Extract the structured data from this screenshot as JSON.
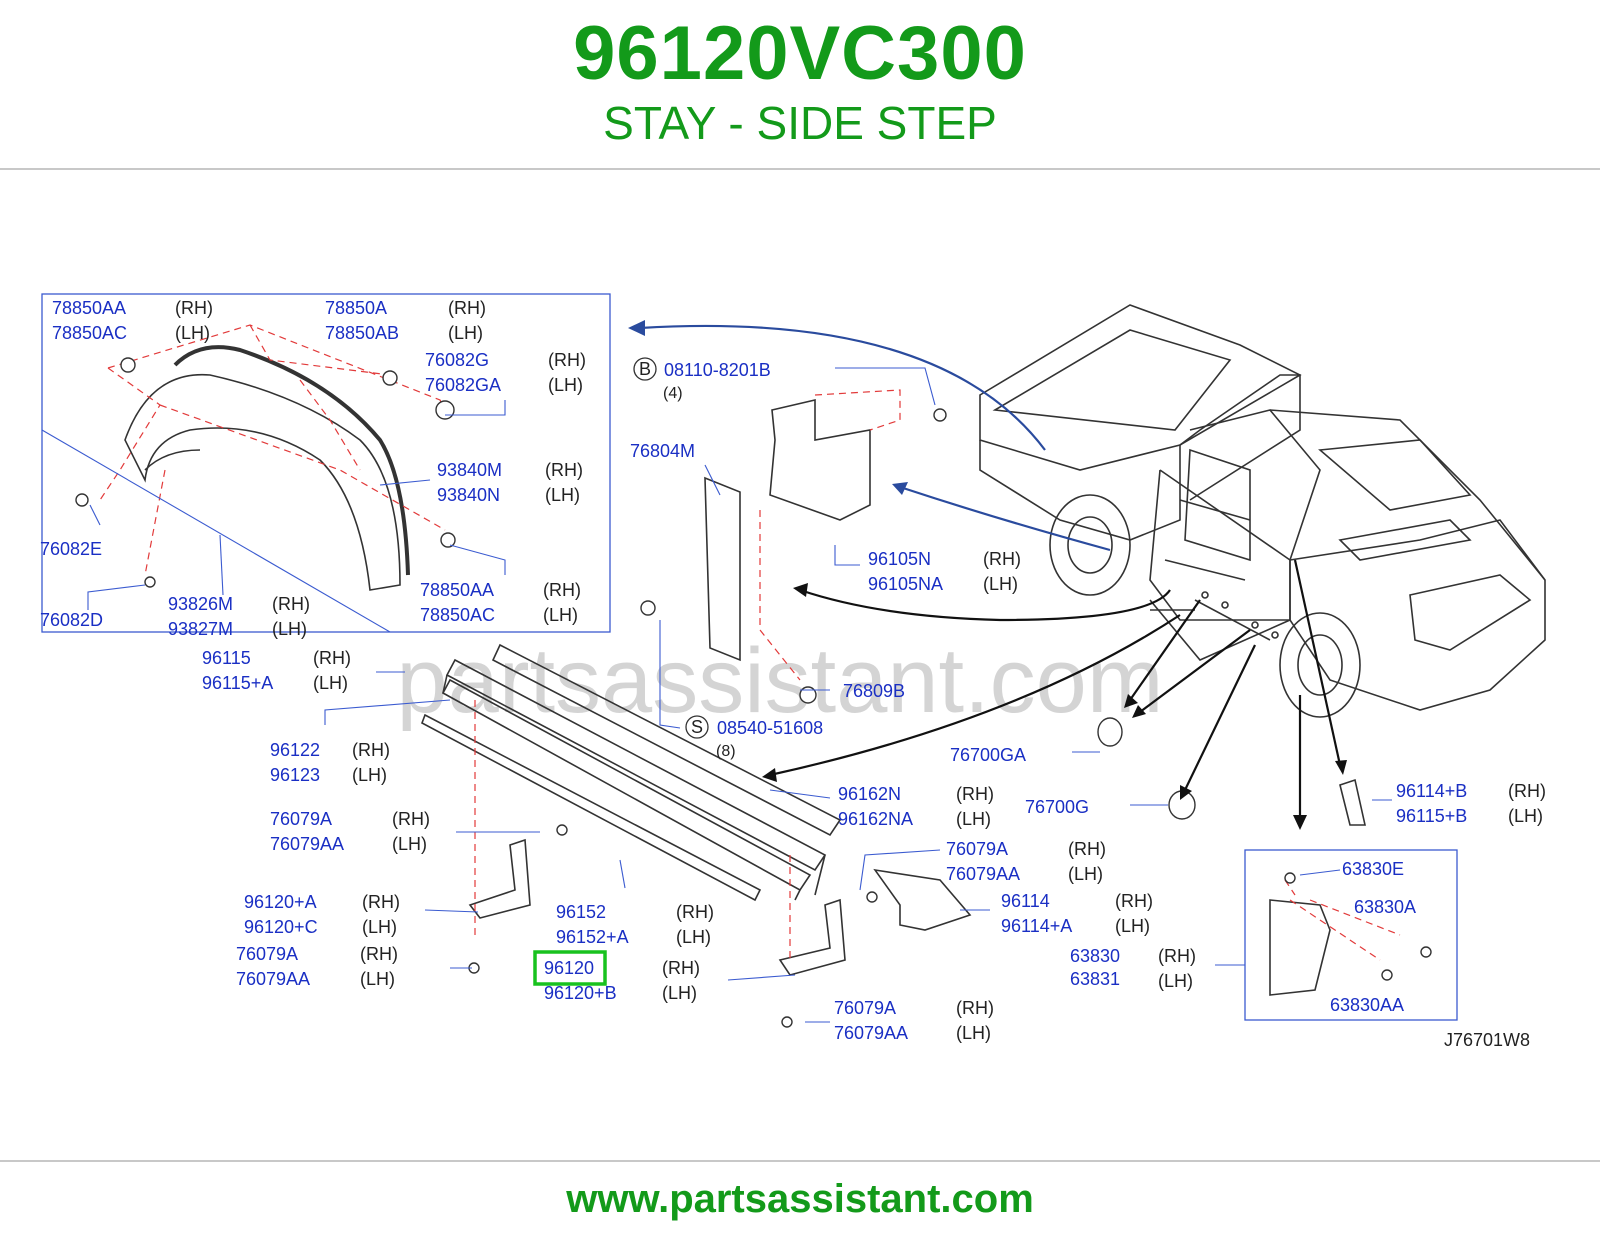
{
  "header": {
    "part_number": "96120VC300",
    "part_name": "STAY - SIDE STEP"
  },
  "footer": {
    "website": "www.partsassistant.com"
  },
  "watermark": "partsassistant.com",
  "diagram_code": "J76701W8",
  "highlight_color": "#18c21e",
  "callouts": [
    {
      "pn": "78850AA",
      "side": "(RH)"
    },
    {
      "pn": "78850AC",
      "side": "(LH)"
    },
    {
      "pn": "78850A",
      "side": "(RH)"
    },
    {
      "pn": "78850AB",
      "side": "(LH)"
    },
    {
      "pn": "76082G",
      "side": "(RH)"
    },
    {
      "pn": "76082GA",
      "side": "(LH)"
    },
    {
      "pn": "93840M",
      "side": "(RH)"
    },
    {
      "pn": "93840N",
      "side": "(LH)"
    },
    {
      "pn": "76082E"
    },
    {
      "pn": "78850AA",
      "side": "(RH)"
    },
    {
      "pn": "78850AC",
      "side": "(LH)"
    },
    {
      "pn": "93826M",
      "side": "(RH)"
    },
    {
      "pn": "93827M",
      "side": "(LH)"
    },
    {
      "pn": "76082D"
    },
    {
      "pn": "96115",
      "side": "(RH)"
    },
    {
      "pn": "96115+A",
      "side": "(LH)"
    },
    {
      "pn": "96122",
      "side": "(RH)"
    },
    {
      "pn": "96123",
      "side": "(LH)"
    },
    {
      "pn": "76079A",
      "side": "(RH)"
    },
    {
      "pn": "76079AA",
      "side": "(LH)"
    },
    {
      "pn": "96120+A",
      "side": "(RH)"
    },
    {
      "pn": "96120+C",
      "side": "(LH)"
    },
    {
      "pn": "76079A",
      "side": "(RH)"
    },
    {
      "pn": "76079AA",
      "side": "(LH)"
    },
    {
      "pn": "96152",
      "side": "(RH)"
    },
    {
      "pn": "96152+A",
      "side": "(LH)"
    },
    {
      "pn": "96120",
      "side": "(RH)"
    },
    {
      "pn": "96120+B",
      "side": "(LH)"
    },
    {
      "pn": "76079A",
      "side": "(RH)"
    },
    {
      "pn": "76079AA",
      "side": "(LH)"
    },
    {
      "pn": "96114",
      "side": "(RH)"
    },
    {
      "pn": "96114+A",
      "side": "(LH)"
    },
    {
      "pn": "76079A",
      "side": "(RH)"
    },
    {
      "pn": "76079AA",
      "side": "(LH)"
    },
    {
      "pn": "96162N",
      "side": "(RH)"
    },
    {
      "pn": "96162NA",
      "side": "(LH)"
    },
    {
      "pn": "76700GA"
    },
    {
      "pn": "76700G"
    },
    {
      "pn": "96114+B",
      "side": "(RH)"
    },
    {
      "pn": "96115+B",
      "side": "(LH)"
    },
    {
      "pn": "63830E"
    },
    {
      "pn": "63830A"
    },
    {
      "pn": "63830",
      "side": "(RH)"
    },
    {
      "pn": "63831",
      "side": "(LH)"
    },
    {
      "pn": "63830AA"
    },
    {
      "pn": "76809B"
    },
    {
      "pn": "76804M"
    },
    {
      "pn": "96105N",
      "side": "(RH)"
    },
    {
      "pn": "96105NA",
      "side": "(LH)"
    },
    {
      "pn": "08110-8201B",
      "symbol": "B",
      "qty": "(4)"
    },
    {
      "pn": "08540-51608",
      "symbol": "S",
      "qty": "(8)"
    }
  ]
}
